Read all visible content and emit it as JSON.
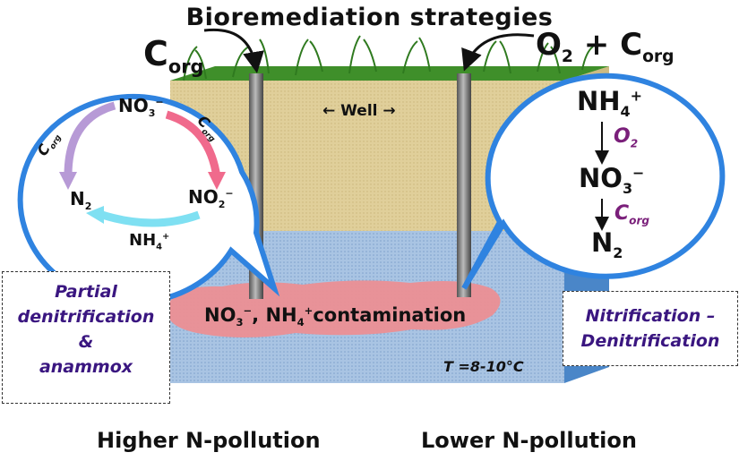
{
  "title": "Bioremediation strategies",
  "well_label": "← Well →",
  "left_dose": {
    "main": "C",
    "sub": "org"
  },
  "right_dose": {
    "o2_main": "O",
    "o2_sub": "2",
    "plus": "+",
    "corg_main": "C",
    "corg_sub": "org"
  },
  "left_cycle": {
    "nitrate": {
      "main": "NO",
      "sub": "3",
      "sup": "−"
    },
    "nitrite": {
      "main": "NO",
      "sub": "2",
      "sup": "−"
    },
    "n2": {
      "main": "N",
      "sub": "2"
    },
    "ammonium": {
      "main": "NH",
      "sub": "4",
      "sup": "+"
    },
    "corg_top": {
      "main": "C",
      "sub": "org"
    },
    "corg_left": {
      "main": "C",
      "sub": "org"
    }
  },
  "right_chain": {
    "ammonium": {
      "main": "NH",
      "sub": "4",
      "sup": "+"
    },
    "o2": {
      "main": "O",
      "sub": "2"
    },
    "nitrate": {
      "main": "NO",
      "sub": "3",
      "sup": "−"
    },
    "corg": {
      "main": "C",
      "sub": "org"
    },
    "n2": {
      "main": "N",
      "sub": "2"
    }
  },
  "contamination": {
    "no3": "NO",
    "no3_sub": "3",
    "no3_sup": "−",
    "comma": ",",
    "nh4": "NH",
    "nh4_sub": "4",
    "nh4_sup": "+",
    "word": "contamination"
  },
  "temperature": "T =8-10°C",
  "left_box": [
    "Partial",
    "denitrification",
    "&",
    "anammox"
  ],
  "right_box": [
    "Nitrification –",
    "Denitrification"
  ],
  "bottom_left": "Higher N-pollution",
  "bottom_right": "Lower N-pollution",
  "colors": {
    "bubble_border": "#2f83e0",
    "soil": "#e0cf9a",
    "water": "#a9c4e3",
    "plume": "#eb8f94",
    "grass": "#3f8f2a",
    "arrow_pink": "#f06a8c",
    "arrow_purple": "#b79ad6",
    "arrow_cyan": "#7fe0f2",
    "box_text": "#3a1680",
    "label_purple": "#7a1f7a"
  }
}
